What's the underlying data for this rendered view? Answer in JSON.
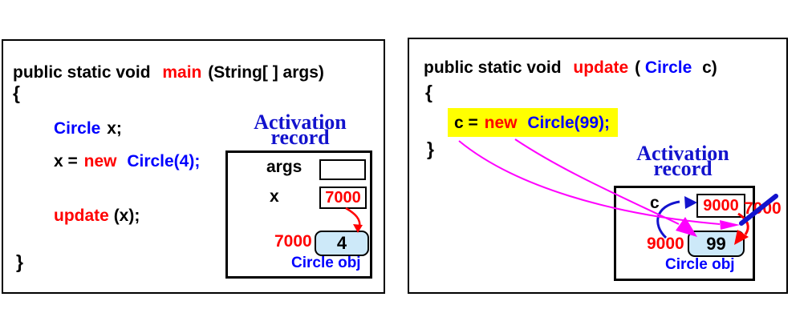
{
  "left_panel": {
    "header": {
      "modifiers": "public static void",
      "method": "main",
      "params": "(String[ ] args)"
    },
    "brace_open": "{",
    "brace_close": "}",
    "code": {
      "decl_type": "Circle",
      "decl_var": "x;",
      "assign_lhs": "x =",
      "assign_keyword": "new",
      "assign_call": "Circle(4);",
      "call_method": "update",
      "call_args": "(x);"
    },
    "record": {
      "title_line1": "Activation",
      "title_line2": "record",
      "row1_label": "args",
      "row1_value": "",
      "row2_label": "x",
      "row2_value": "7000",
      "object_address": "7000",
      "object_value": "4",
      "object_caption": "Circle obj"
    }
  },
  "right_panel": {
    "header": {
      "modifiers": "public static void",
      "method": "update",
      "params_open": "(",
      "params_type": "Circle",
      "params_var": "c)"
    },
    "brace_open": "{",
    "brace_close": "}",
    "code": {
      "assign_lhs": "c =",
      "assign_keyword": "new",
      "assign_call": "Circle(99);"
    },
    "record": {
      "title_line1": "Activation",
      "title_line2": "record",
      "row1_label": "c",
      "row1_value": "9000",
      "old_value": "7000",
      "object_address": "9000",
      "object_value": "99",
      "object_caption": "Circle obj"
    }
  },
  "colors": {
    "keyword_red": "#ff0000",
    "type_blue": "#0000ff",
    "title_blue": "#1313cd",
    "highlight_yellow": "#ffff00",
    "object_fill": "#cde9f9",
    "pointer_magenta": "#ff00ff"
  }
}
